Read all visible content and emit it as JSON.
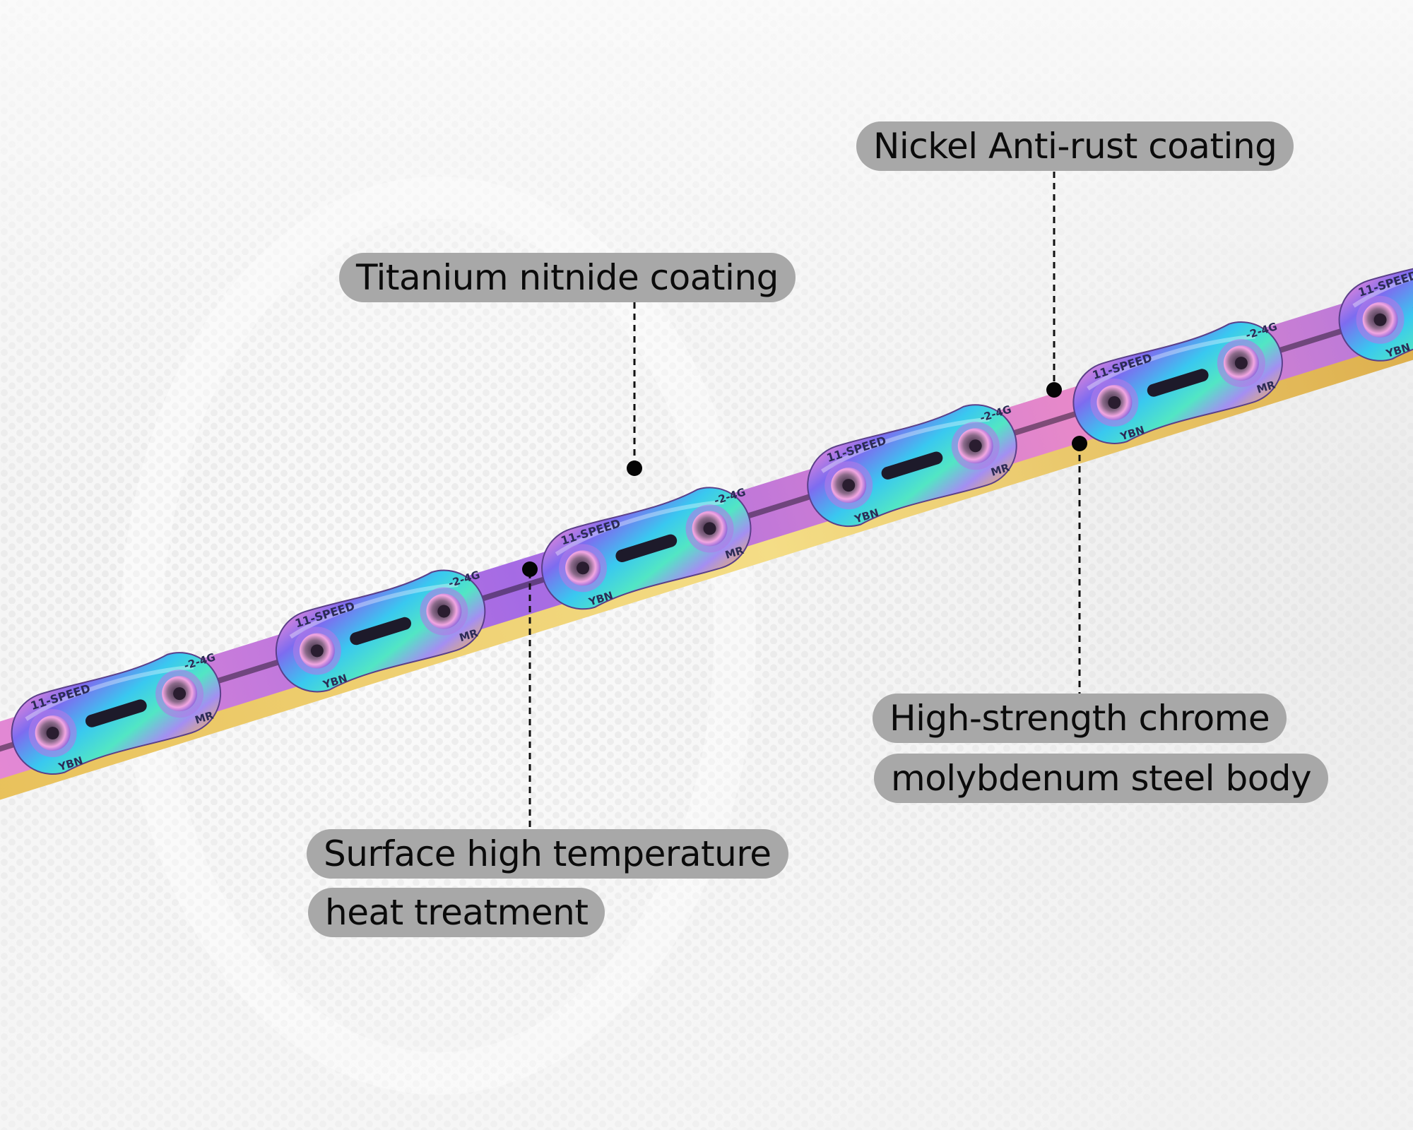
{
  "callouts": {
    "nickel": "Nickel Anti-rust coating",
    "titanium": "Titanium nitnide coating",
    "chrome_line1": "High-strength chrome",
    "chrome_line2": "molybdenum steel body",
    "surface_line1": "Surface high temperature",
    "surface_line2": "heat treatment"
  },
  "chain_marking": {
    "speed": "11-SPEED",
    "brand": "YBN",
    "weight": "-2-4G",
    "code": "MR"
  },
  "colors": {
    "background": "#f4f4f4",
    "label_fill": "#a8a8a8",
    "label_text": "#0b0b0b",
    "leader_line": "#111111"
  }
}
